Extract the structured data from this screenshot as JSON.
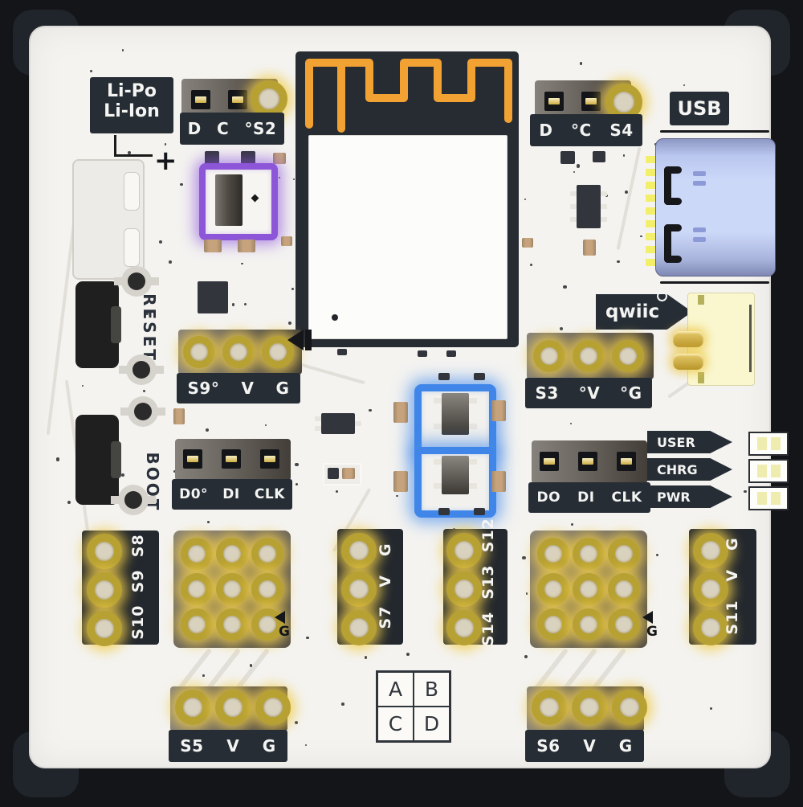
{
  "board_type": "microcontroller-dev-board-render",
  "colors": {
    "frame": "#141519",
    "board": "#f4f3f0",
    "silkscreen_dark": "#262d35",
    "gold_highlight": "#e7c94e",
    "purple_highlight": "#8d55d8",
    "blue_highlight": "#3f86e8",
    "antenna_trace": "#f2a232",
    "usb_c_body": "#ccd8f8",
    "qwiic_connector": "#faf7cf"
  },
  "labels": {
    "battery_line1": "Li-Po",
    "battery_line2": "Li-Ion",
    "plus": "+",
    "usb": "USB",
    "qwiic": "qwiic",
    "reset": "RESET",
    "boot": "BOOT",
    "led_user": "USER",
    "led_chrg": "CHRG",
    "led_pwr": "PWR",
    "quad_a": "A",
    "quad_b": "B",
    "quad_c": "C",
    "quad_d": "D",
    "grid_left_g": "G",
    "grid_right_g": "G"
  },
  "headers": {
    "s2": {
      "p1": "D",
      "p2": "C",
      "p3": "°S2"
    },
    "s4": {
      "p1": "D",
      "p2": "°C",
      "p3": "S4"
    },
    "s9": {
      "p1": "S9°",
      "p2": "V",
      "p3": "G"
    },
    "s3": {
      "p1": "S3",
      "p2": "°V",
      "p3": "°G"
    },
    "data_left": {
      "p1": "D0°",
      "p2": "DI",
      "p3": "CLK"
    },
    "data_right": {
      "p1": "DO",
      "p2": "DI",
      "p3": "CLK"
    },
    "s5": {
      "p1": "S5",
      "p2": "V",
      "p3": "G"
    },
    "s6": {
      "p1": "S6",
      "p2": "V",
      "p3": "G"
    },
    "col_left": "S10  S9  S8",
    "col_s7": "S7   V   G",
    "col_mid": "S14  S13  S12",
    "col_right": "S11   V   G"
  }
}
